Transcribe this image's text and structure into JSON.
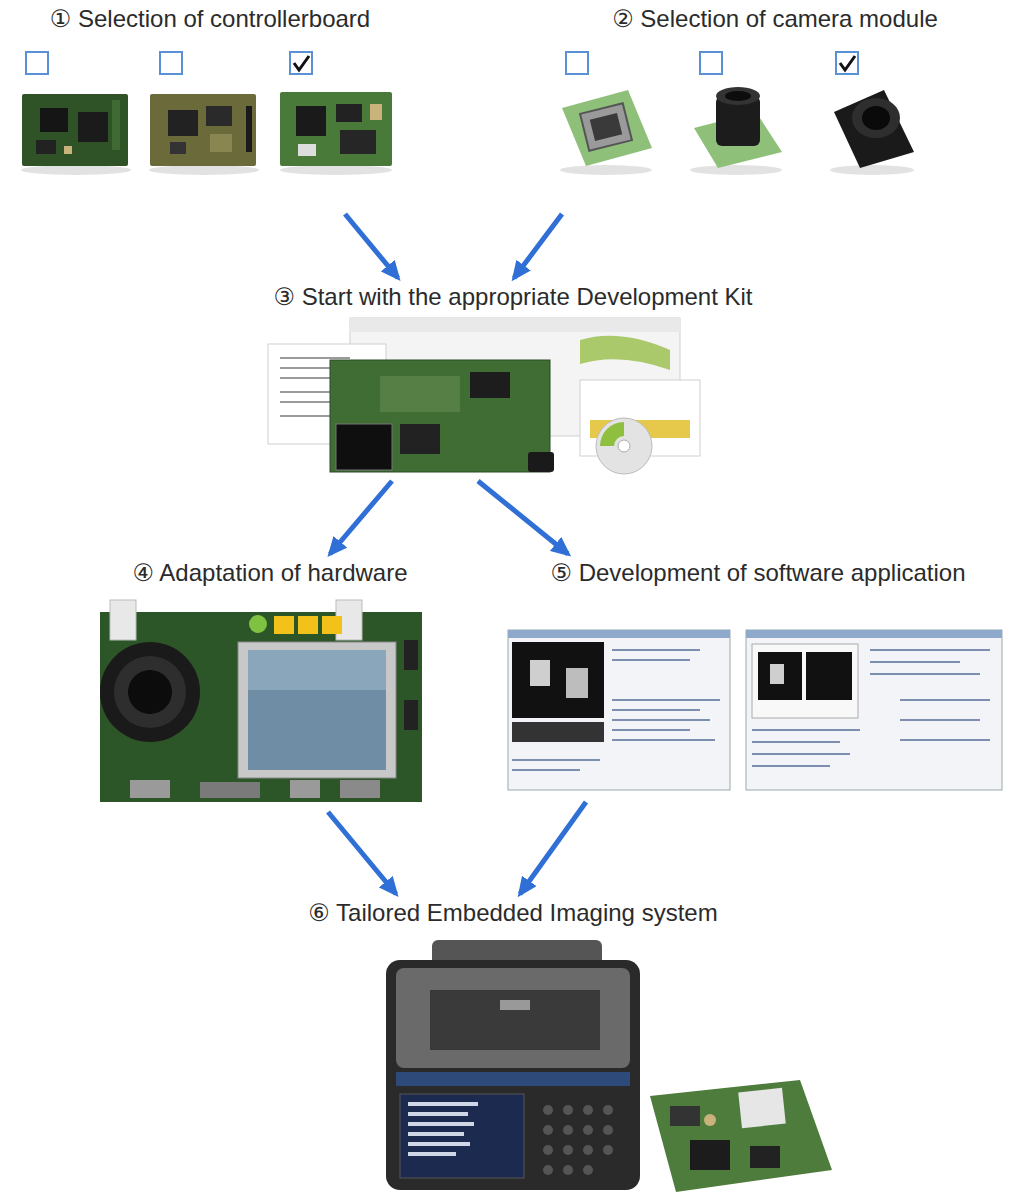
{
  "diagram": {
    "nodes": [
      {
        "text": [
          "① Selection of controllerboard"
        ]
      },
      {
        "text": [
          "② Selection of camera module"
        ]
      },
      {
        "text": [
          "③ Start with the appropriate Development Kit"
        ]
      },
      {
        "text": [
          "④ Adaptation of hardware"
        ]
      },
      {
        "text": [
          "⑤ Development of software application"
        ]
      },
      {
        "text": [
          "⑥ Tailored Embedded Imaging system"
        ]
      }
    ],
    "edges": [
      {
        "from": 0,
        "to": 2,
        "arrow": "to"
      },
      {
        "from": 1,
        "to": 2,
        "arrow": "to"
      },
      {
        "from": 2,
        "to": 3,
        "arrow": "to"
      },
      {
        "from": 2,
        "to": 4,
        "arrow": "to"
      },
      {
        "from": 3,
        "to": 5,
        "arrow": "to"
      },
      {
        "from": 4,
        "to": 5,
        "arrow": "to"
      }
    ]
  }
}
